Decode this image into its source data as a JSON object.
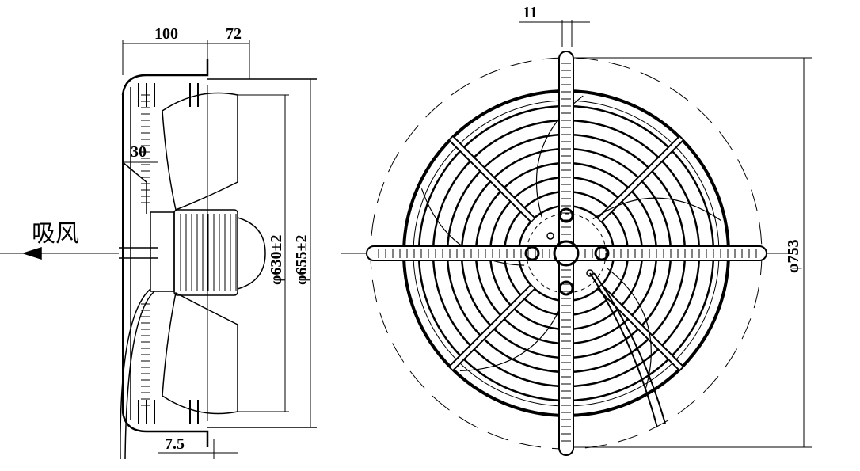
{
  "side_view": {
    "dim_width_100": "100",
    "dim_width_72": "72",
    "dim_30": "30",
    "airflow_label": "吸风",
    "dim_blade_diameter": "φ630±2",
    "dim_ring_diameter": "φ655±2",
    "dim_7_5": "7.5"
  },
  "front_view": {
    "dim_11": "11",
    "dim_overall_diameter": "φ753"
  }
}
